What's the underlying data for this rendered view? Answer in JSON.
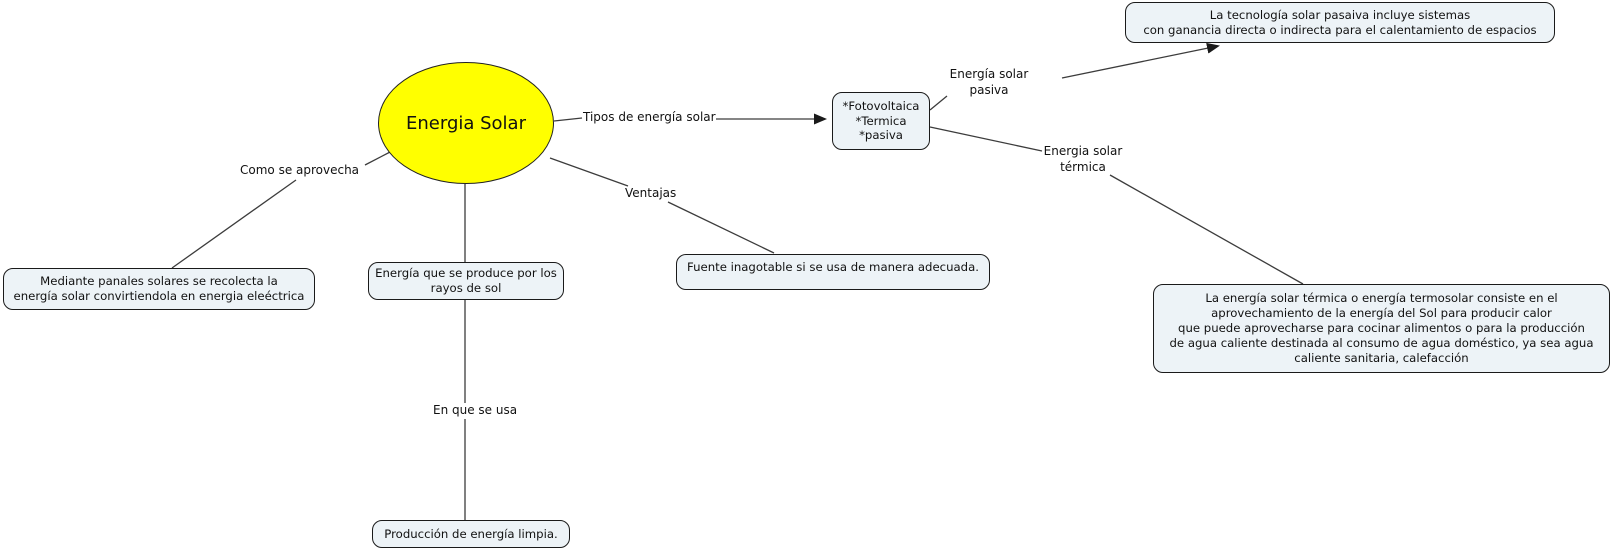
{
  "title": "Mapa conceptual: Energia Solar",
  "colors": {
    "node_fill": "#ffff00",
    "box_fill": "#edf3f7",
    "box_border": "#1a1a1a",
    "line": "#3c3c3c",
    "text": "#111111",
    "canvas": "#ffffff"
  },
  "root": {
    "label": "Energia Solar"
  },
  "links": {
    "como": "Como se aprovecha",
    "tipos": "Tipos de energía solar",
    "ventajas": "Ventajas",
    "uso": "En que se usa",
    "pasiva": "Energía solar\npasiva",
    "termica": "Energia solar\ntérmica"
  },
  "boxes": {
    "aprovecha": "Mediante panales solares se recolecta la\nenergía solar convirtiendola en energia eleéctrica",
    "definicion": "Energía que se produce por los\nrayos de sol",
    "tipos": "*Fotovoltaica\n*Termica\n*pasiva",
    "ventaja": "Fuente inagotable si se usa de manera adecuada.",
    "pasiva_info": "La tecnología solar pasaiva incluye sistemas\ncon ganancia directa o indirecta para el calentamiento de espacios",
    "termica_info": "La energía solar térmica o energía termosolar consiste en el\naprovechamiento de la energía del Sol para producir calor\nque puede aprovecharse para cocinar alimentos o para la producción\nde agua caliente destinada al consumo de agua doméstico, ya sea agua\ncaliente sanitaria, calefacción",
    "uso": "Producción de energía limpia."
  }
}
